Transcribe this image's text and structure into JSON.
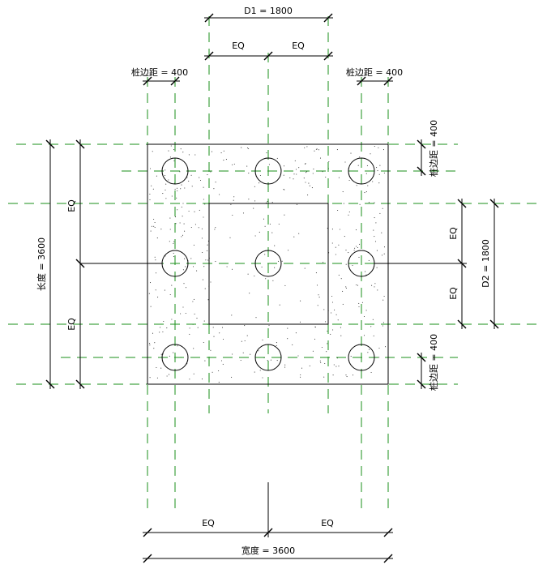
{
  "drawing": {
    "labels": {
      "d1": "D1 = 1800",
      "d2": "D2 = 1800",
      "eq": "EQ",
      "pile_edge": "桩边距 = 400",
      "length": "长度 = 3600",
      "width": "宽度 = 3600"
    },
    "colors": {
      "grid_line": "#1a8f1a",
      "outline": "#000000",
      "background": "#ffffff"
    },
    "pile_grid": {
      "columns": 3,
      "rows": 3
    }
  }
}
